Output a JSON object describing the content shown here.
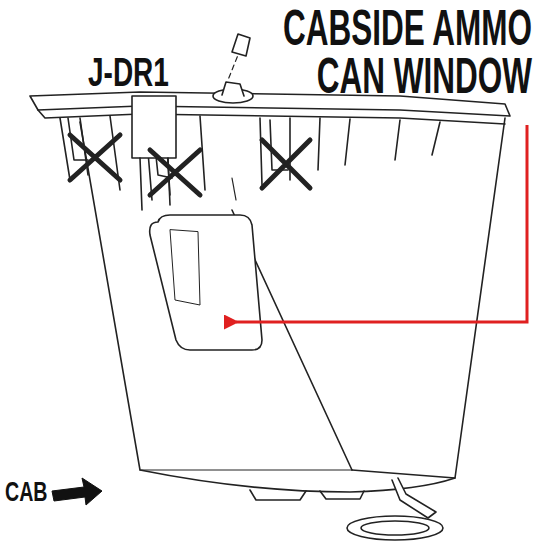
{
  "diagram": {
    "labels": [
      "J-DR1",
      "CABSIDE AMMO CAN WINDOW",
      "CAB"
    ]
  }
}
